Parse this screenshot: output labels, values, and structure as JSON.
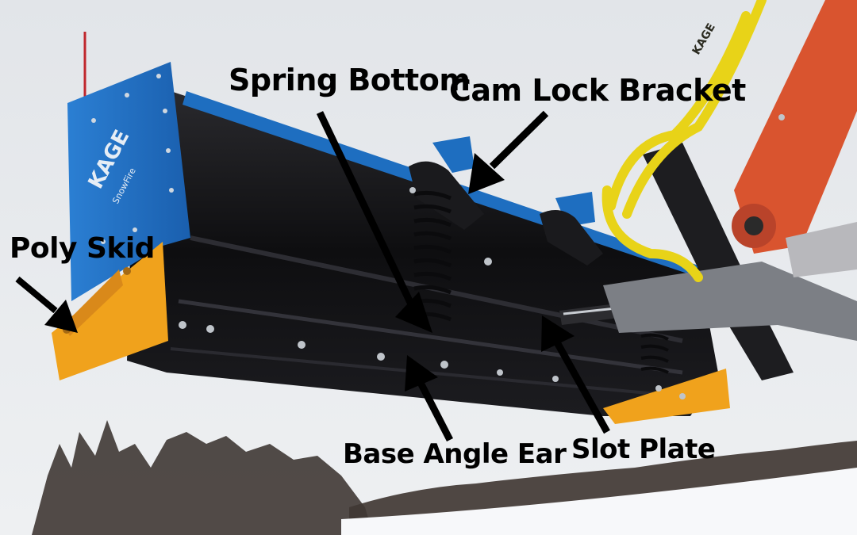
{
  "callouts": {
    "spring_bottom": "Spring Bottom",
    "cam_lock_bracket": "Cam Lock Bracket",
    "poly_skid": "Poly Skid",
    "base_angle_ear": "Base Angle Ear",
    "slot_plate": "Slot Plate"
  },
  "brand": {
    "logo_text": "KAGE",
    "logo_subtext": "SnowFire",
    "hose_text": "KAGE"
  },
  "colors": {
    "sky": "#e9ecef",
    "blade_blue": "#1e6ec0",
    "blade_black": "#121214",
    "skid_orange": "#f0a21c",
    "arm_orange": "#d9542f",
    "hose_yellow": "#e8d318",
    "snow": "#f7f8fa",
    "trees": "#4a4340"
  }
}
